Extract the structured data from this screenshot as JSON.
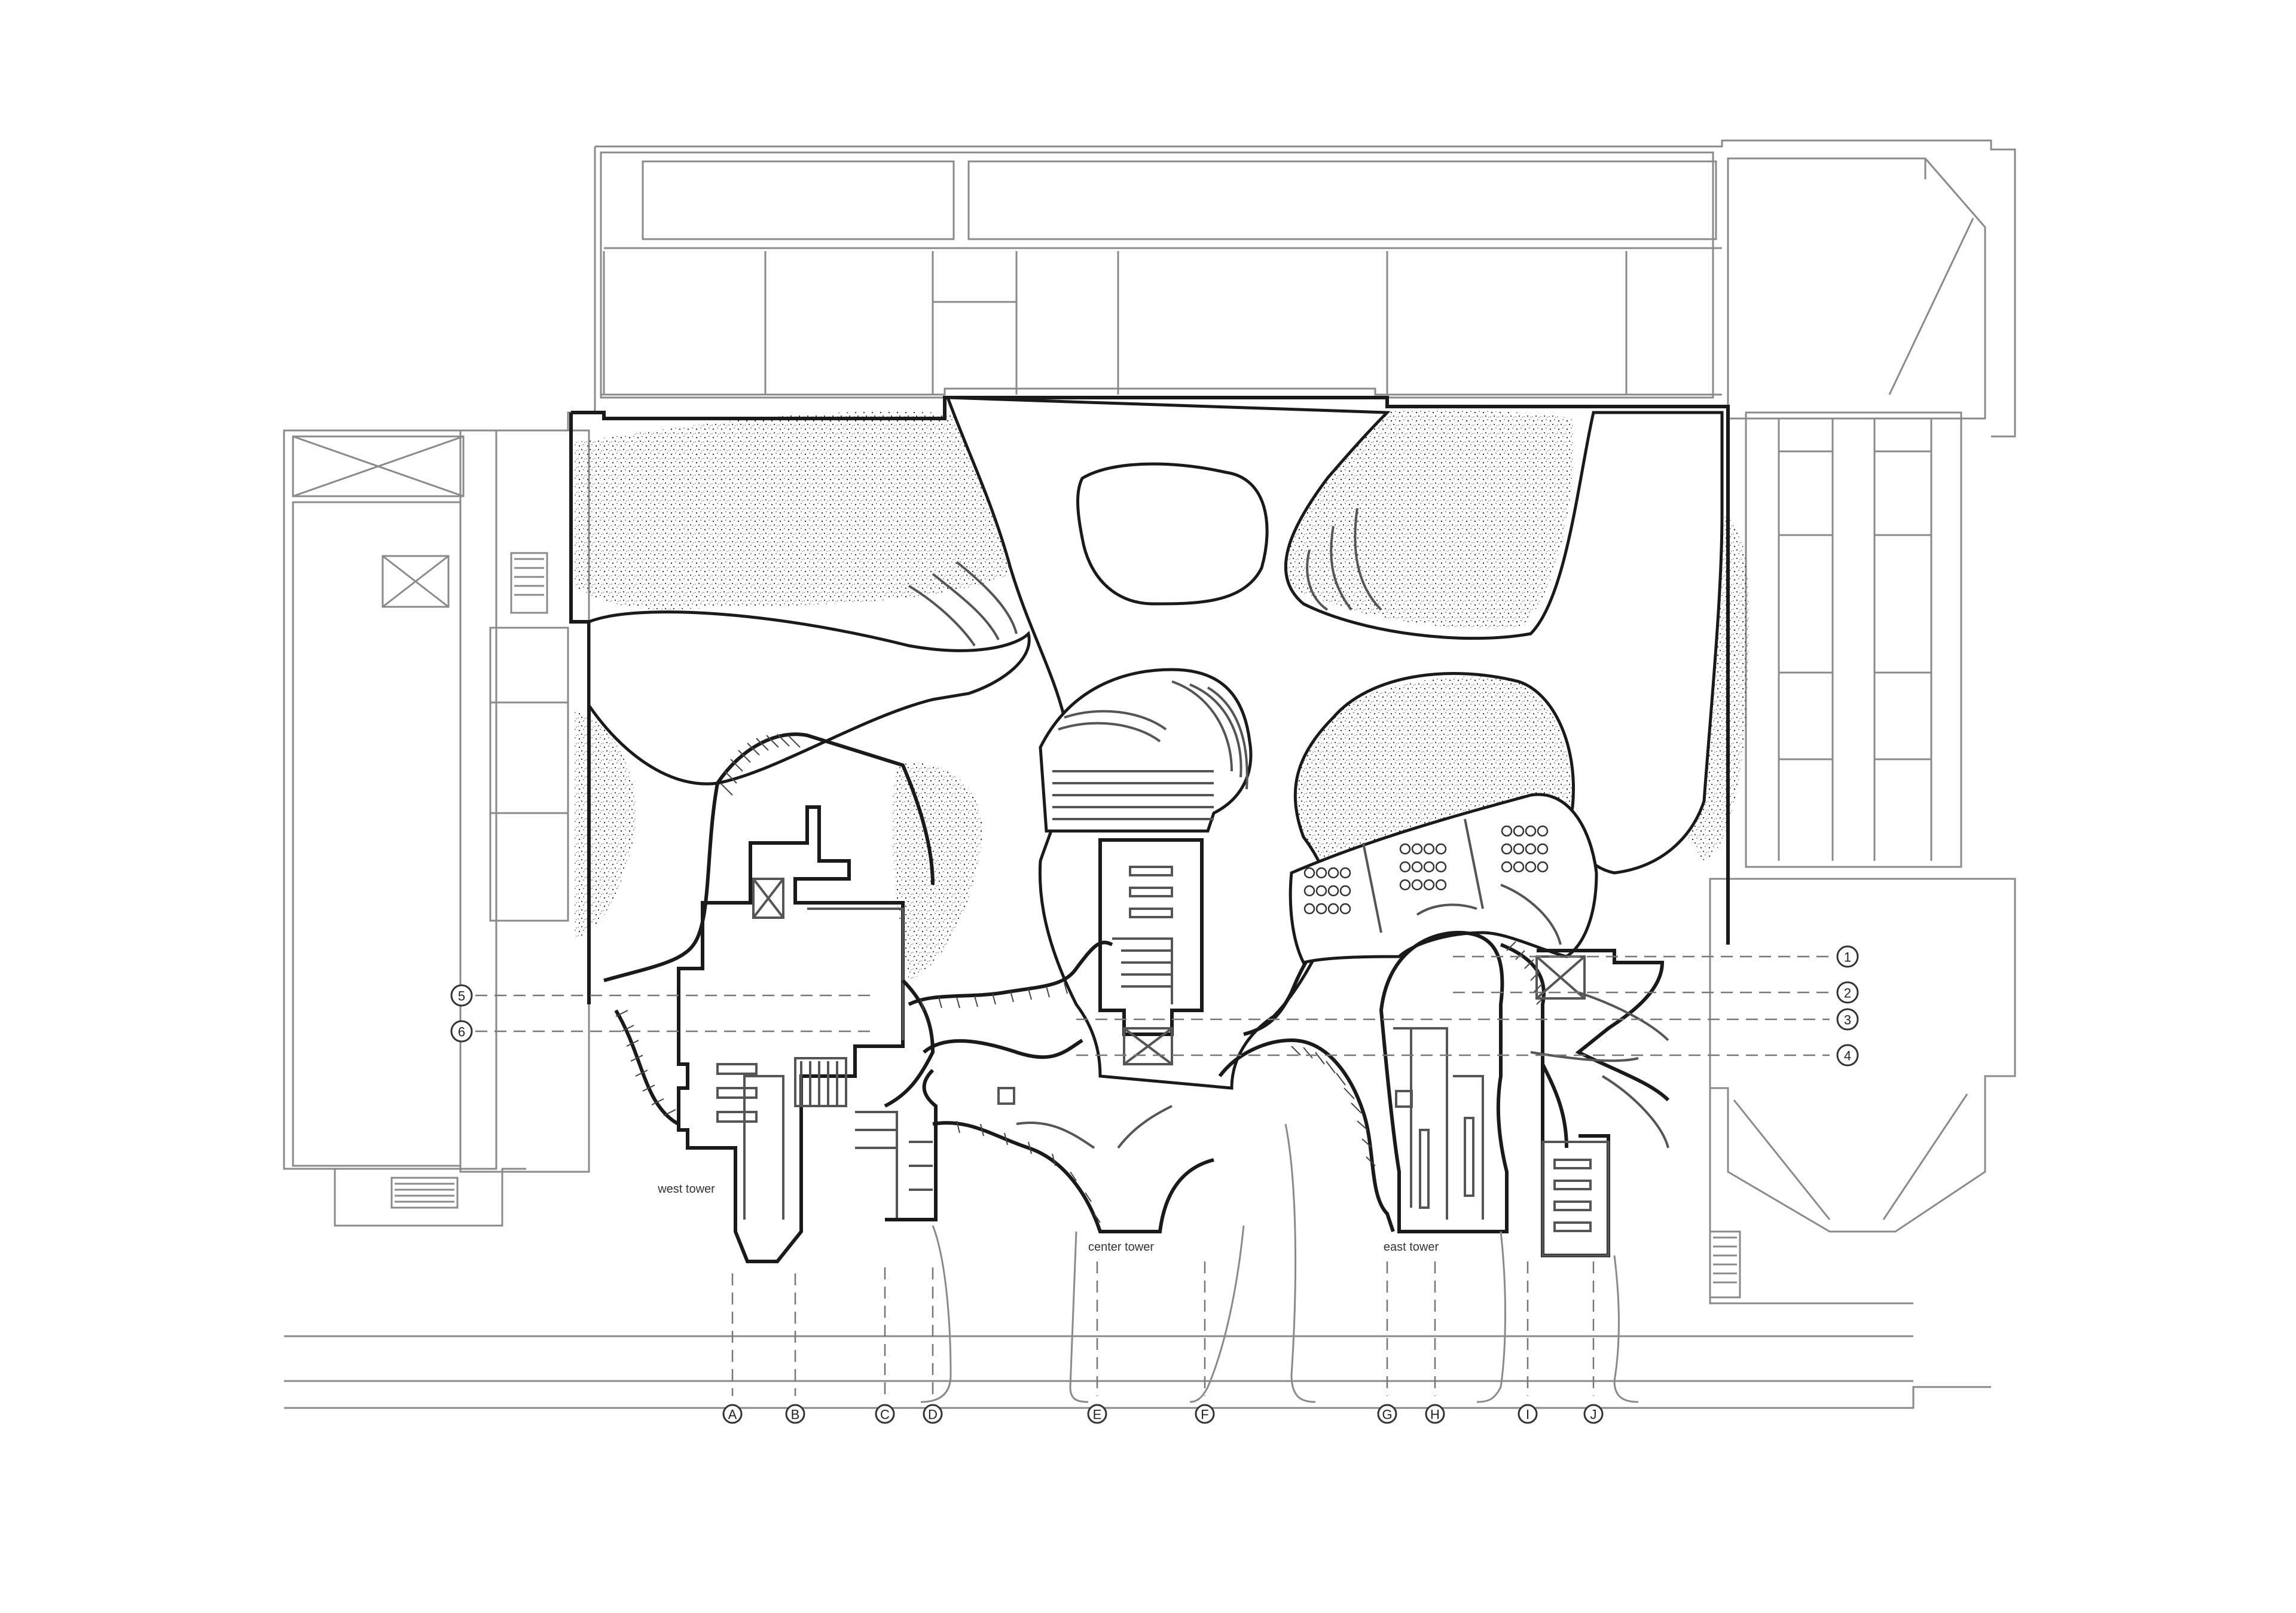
{
  "drawing": {
    "towers": [
      {
        "name": "west tower"
      },
      {
        "name": "center tower"
      },
      {
        "name": "east tower"
      }
    ],
    "grid_columns": [
      "A",
      "B",
      "C",
      "D",
      "E",
      "F",
      "G",
      "H",
      "I",
      "J"
    ],
    "grid_rows": [
      "1",
      "2",
      "3",
      "4",
      "5",
      "6"
    ]
  },
  "colors": {
    "line": "#1a1a1a",
    "light_line": "#8a8a8a",
    "background": "#ffffff"
  }
}
